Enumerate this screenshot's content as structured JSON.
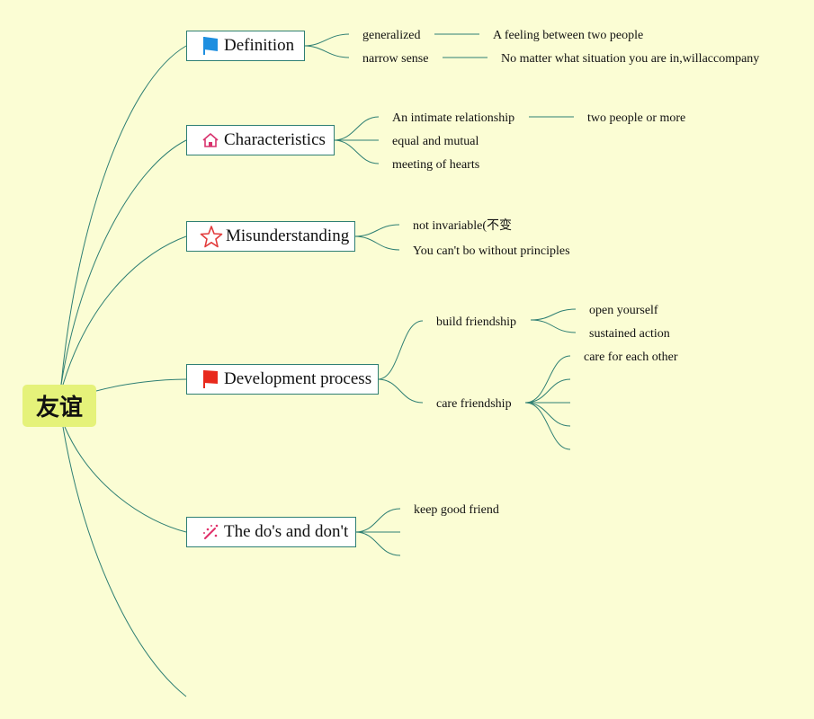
{
  "root": {
    "label": "友谊"
  },
  "topics": {
    "definition": {
      "label": "Definition",
      "icon": "blue-flag-icon",
      "children": {
        "generalized": "generalized",
        "generalized_detail": "A feeling between two people",
        "narrow": "narrow sense",
        "narrow_detail": "No matter what situation you are in,willaccompany"
      }
    },
    "characteristics": {
      "label": "Characteristics",
      "icon": "house-icon",
      "children": {
        "intimate": "An intimate relationship",
        "intimate_detail": "two people or more",
        "equal": "equal and mutual",
        "hearts": "meeting of hearts"
      }
    },
    "misunderstanding": {
      "label": "Misunderstanding",
      "icon": "star-icon",
      "children": {
        "invariable": "not invariable(不变",
        "principles": "You can't bo without principles"
      }
    },
    "development": {
      "label": "Development process",
      "icon": "red-flag-icon",
      "children": {
        "build": "build friendship",
        "open": "open yourself",
        "sustained": "sustained action",
        "care": "care friendship",
        "care_each": "care for each other"
      }
    },
    "dos": {
      "label": "The do's and don't",
      "icon": "magic-wand-icon",
      "children": {
        "keep": "keep good friend"
      }
    }
  },
  "colors": {
    "background": "#fbfdd4",
    "line": "#2e7f73",
    "root_fill": "#e5f27a"
  }
}
